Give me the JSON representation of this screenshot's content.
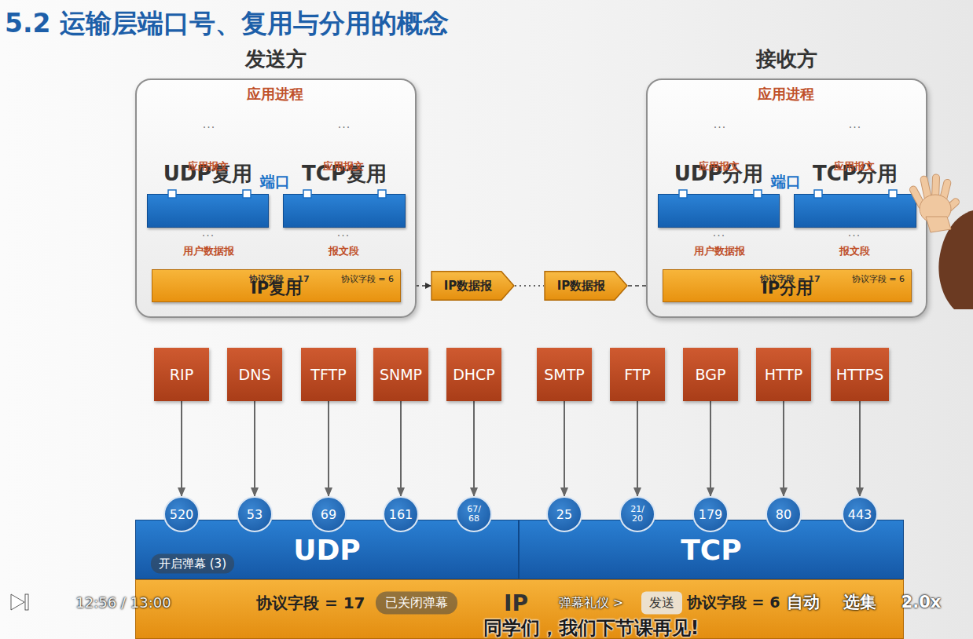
{
  "diagram": {
    "title": "5.2 运输层端口号、复用与分用的概念",
    "nodes": [
      {
        "text": [
          "发送方"
        ]
      },
      {
        "text": [
          "UDP复用"
        ],
        "in": 0
      },
      {
        "text": [
          "TCP复用"
        ],
        "in": 0
      },
      {
        "text": [
          "协议字段 = 17",
          "IP复用",
          "协议字段 = 6"
        ],
        "in": 0
      },
      {
        "text": [
          "IP数据报"
        ]
      },
      {
        "text": [
          "IP数据报"
        ]
      },
      {
        "text": [
          "接收方"
        ]
      },
      {
        "text": [
          "UDP分用"
        ],
        "in": 6
      },
      {
        "text": [
          "TCP分用"
        ],
        "in": 6
      },
      {
        "text": [
          "协议字段 = 17",
          "IP分用",
          "协议字段 = 6"
        ],
        "in": 6
      },
      {
        "text": [
          "RIP"
        ]
      },
      {
        "text": [
          "DNS"
        ]
      },
      {
        "text": [
          "TFTP"
        ]
      },
      {
        "text": [
          "SNMP"
        ]
      },
      {
        "text": [
          "DHCP"
        ]
      },
      {
        "text": [
          "SMTP"
        ]
      },
      {
        "text": [
          "FTP"
        ]
      },
      {
        "text": [
          "BGP"
        ]
      },
      {
        "text": [
          "HTTP"
        ]
      },
      {
        "text": [
          "HTTPS"
        ]
      },
      {
        "text": [
          "520"
        ]
      },
      {
        "text": [
          "53"
        ]
      },
      {
        "text": [
          "69"
        ]
      },
      {
        "text": [
          "161"
        ]
      },
      {
        "text": [
          "67/68"
        ]
      },
      {
        "text": [
          "25"
        ]
      },
      {
        "text": [
          "21/20"
        ]
      },
      {
        "text": [
          "179"
        ]
      },
      {
        "text": [
          "80"
        ]
      },
      {
        "text": [
          "443"
        ]
      },
      {
        "text": [
          "UDP"
        ]
      },
      {
        "text": [
          "TCP"
        ]
      },
      {
        "text": [
          "协议字段 = 17",
          "IP",
          "协议字段 = 6"
        ]
      }
    ],
    "edges": [
      {
        "from": 1,
        "to": 3,
        "arrow": "to"
      },
      {
        "from": 1,
        "to": 3,
        "arrow": "to"
      },
      {
        "from": 2,
        "to": 3,
        "arrow": "to"
      },
      {
        "from": 2,
        "to": 3,
        "arrow": "to"
      },
      {
        "from": 9,
        "to": 7,
        "arrow": "to"
      },
      {
        "from": 9,
        "to": 7,
        "arrow": "to"
      },
      {
        "from": 9,
        "to": 8,
        "arrow": "to"
      },
      {
        "from": 9,
        "to": 8,
        "arrow": "to"
      },
      {
        "from": 3,
        "to": 4,
        "arrow": "to"
      },
      {
        "from": 4,
        "to": 5,
        "arrow": "none"
      },
      {
        "from": 5,
        "to": 9,
        "arrow": "to"
      },
      {
        "from": 10,
        "to": 20,
        "arrow": "to"
      },
      {
        "from": 11,
        "to": 21,
        "arrow": "to"
      },
      {
        "from": 12,
        "to": 22,
        "arrow": "to"
      },
      {
        "from": 13,
        "to": 23,
        "arrow": "to"
      },
      {
        "from": 14,
        "to": 24,
        "arrow": "to"
      },
      {
        "from": 15,
        "to": 25,
        "arrow": "to"
      },
      {
        "from": 16,
        "to": 26,
        "arrow": "to"
      },
      {
        "from": 17,
        "to": 27,
        "arrow": "to"
      },
      {
        "from": 18,
        "to": 28,
        "arrow": "to"
      },
      {
        "from": 19,
        "to": 29,
        "arrow": "to"
      }
    ],
    "labels": [
      "应用进程",
      "···",
      "···",
      "应用报文",
      "端口",
      "应用报文",
      "···",
      "用户数据报",
      "···",
      "报文段",
      "应用进程",
      "···",
      "···",
      "应用报文",
      "端口",
      "应用报文",
      "···",
      "用户数据报",
      "···",
      "报文段",
      "开启弹幕 (3)",
      "12:56 / 13:00",
      "已关闭弹幕",
      "弹幕礼仪 >",
      "发送",
      "自动",
      "选集",
      "2.0x",
      "同学们，我们下节课再见!"
    ]
  }
}
